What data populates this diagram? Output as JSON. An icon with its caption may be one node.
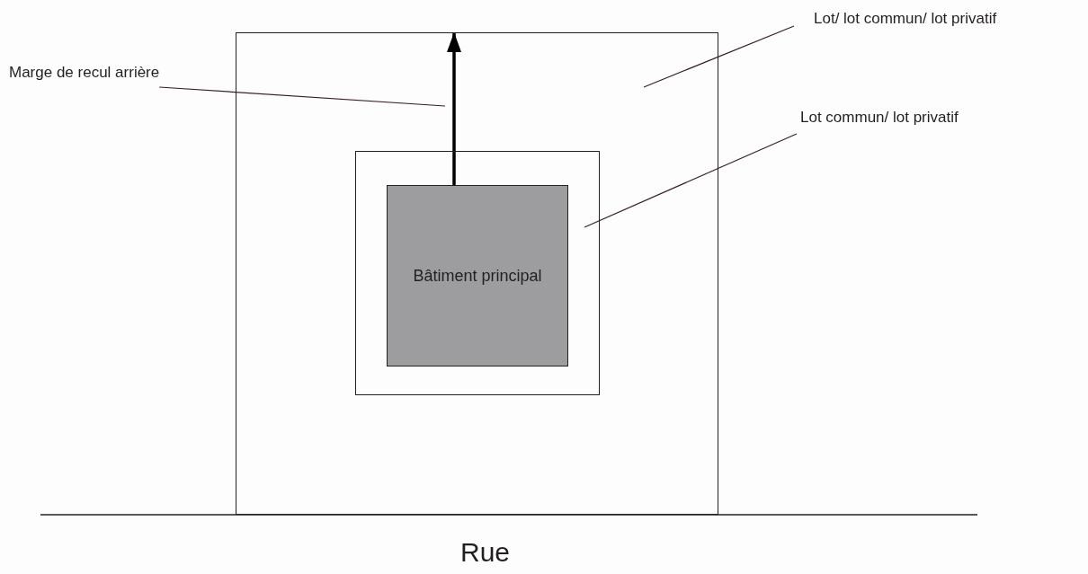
{
  "diagram": {
    "nodes": [
      {
        "text": [],
        "shape": "box"
      },
      {
        "text": [],
        "shape": "box",
        "in": 0
      },
      {
        "text": [
          "Bâtiment principal"
        ],
        "in": 1
      },
      {
        "text": [
          "Lot/ lot commun/ lot privatif"
        ]
      },
      {
        "text": [
          "Lot commun/ lot privatif"
        ]
      },
      {
        "text": [
          "Marge de recul arrière"
        ]
      }
    ],
    "edges": [
      {
        "from": 5,
        "to": null,
        "arrow": "none"
      },
      {
        "from": 3,
        "to": 0,
        "arrow": "none"
      },
      {
        "from": 4,
        "to": 1,
        "arrow": "none"
      },
      {
        "from": 2,
        "to": 0,
        "arrow": "to",
        "style": "thick",
        "color": "#000000"
      }
    ],
    "labels": [
      "Rue"
    ]
  }
}
